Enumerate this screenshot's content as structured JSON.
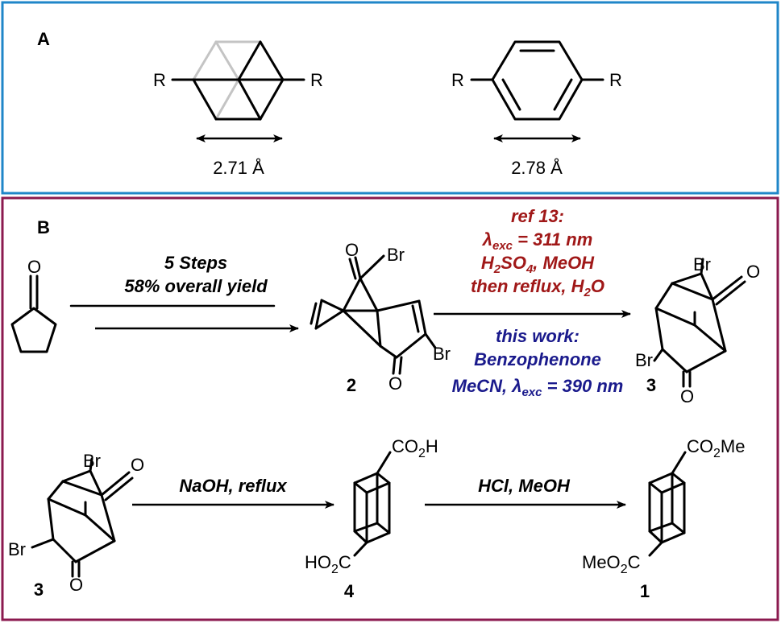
{
  "panel_a": {
    "label": "A",
    "border_color": "#1f86c8",
    "propellane": {
      "r_left": "R",
      "r_right": "R",
      "distance": "2.71 Å"
    },
    "benzene": {
      "r_left": "R",
      "r_right": "R",
      "distance": "2.78 Å"
    }
  },
  "panel_b": {
    "label": "B",
    "border_color": "#8b1a4f",
    "step1": {
      "line1": "5 Steps",
      "line2": "58% overall yield"
    },
    "compound2": {
      "number": "2",
      "o_top": "O",
      "br_top": "Br",
      "br_right": "Br",
      "o_bottom": "O"
    },
    "photo": {
      "ref_color": "#a01818",
      "work_color": "#1a1a8c",
      "ref_line1": "ref 13:",
      "ref_lambda": "λ",
      "ref_lambda_sub": "exc",
      "ref_lambda_val": " = 311 nm",
      "ref_acid_h": "H",
      "ref_acid_2": "2",
      "ref_acid_so": "SO",
      "ref_acid_4": "4",
      "ref_acid_rest": ", MeOH",
      "ref_line4_a": "then reflux, H",
      "ref_line4_2": "2",
      "ref_line4_o": "O",
      "work_line1": "this work:",
      "work_line2": "Benzophenone",
      "work_line3_a": "MeCN, ",
      "work_lambda": "λ",
      "work_lambda_sub": "exc",
      "work_lambda_val": " = 390 nm"
    },
    "compound3": {
      "number": "3",
      "br_top": "Br",
      "o_right": "O",
      "br_left": "Br",
      "o_bottom": "O"
    },
    "step3": {
      "label": "NaOH, reflux"
    },
    "compound4": {
      "number": "4",
      "top_a": "CO",
      "top_sub": "2",
      "top_b": "H",
      "bot_a": "HO",
      "bot_sub": "2",
      "bot_b": "C"
    },
    "step4": {
      "label": "HCl, MeOH"
    },
    "compound1": {
      "number": "1",
      "top_a": "CO",
      "top_sub": "2",
      "top_b": "Me",
      "bot_a": "MeO",
      "bot_sub": "2",
      "bot_b": "C"
    }
  }
}
